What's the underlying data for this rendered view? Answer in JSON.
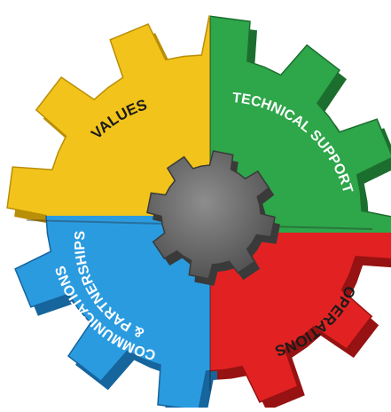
{
  "segments": [
    {
      "key": "values",
      "label": "VALUES",
      "color": "#f2c31a",
      "side": "#b98e08"
    },
    {
      "key": "technical-support",
      "label": "TECHNICAL SUPPORT",
      "color": "#2ea64a",
      "side": "#1c6e2e"
    },
    {
      "key": "operations",
      "label": "OPERATIONS",
      "color": "#e22222",
      "side": "#971212"
    },
    {
      "key": "communications",
      "label_line1": "COMMUNICATIONS",
      "label_line2": "& PARTNERSHIPS",
      "color": "#2b9be0",
      "side": "#16659d"
    }
  ],
  "hub": {
    "color": "#6a6a6a",
    "side": "#3a3a3a"
  }
}
